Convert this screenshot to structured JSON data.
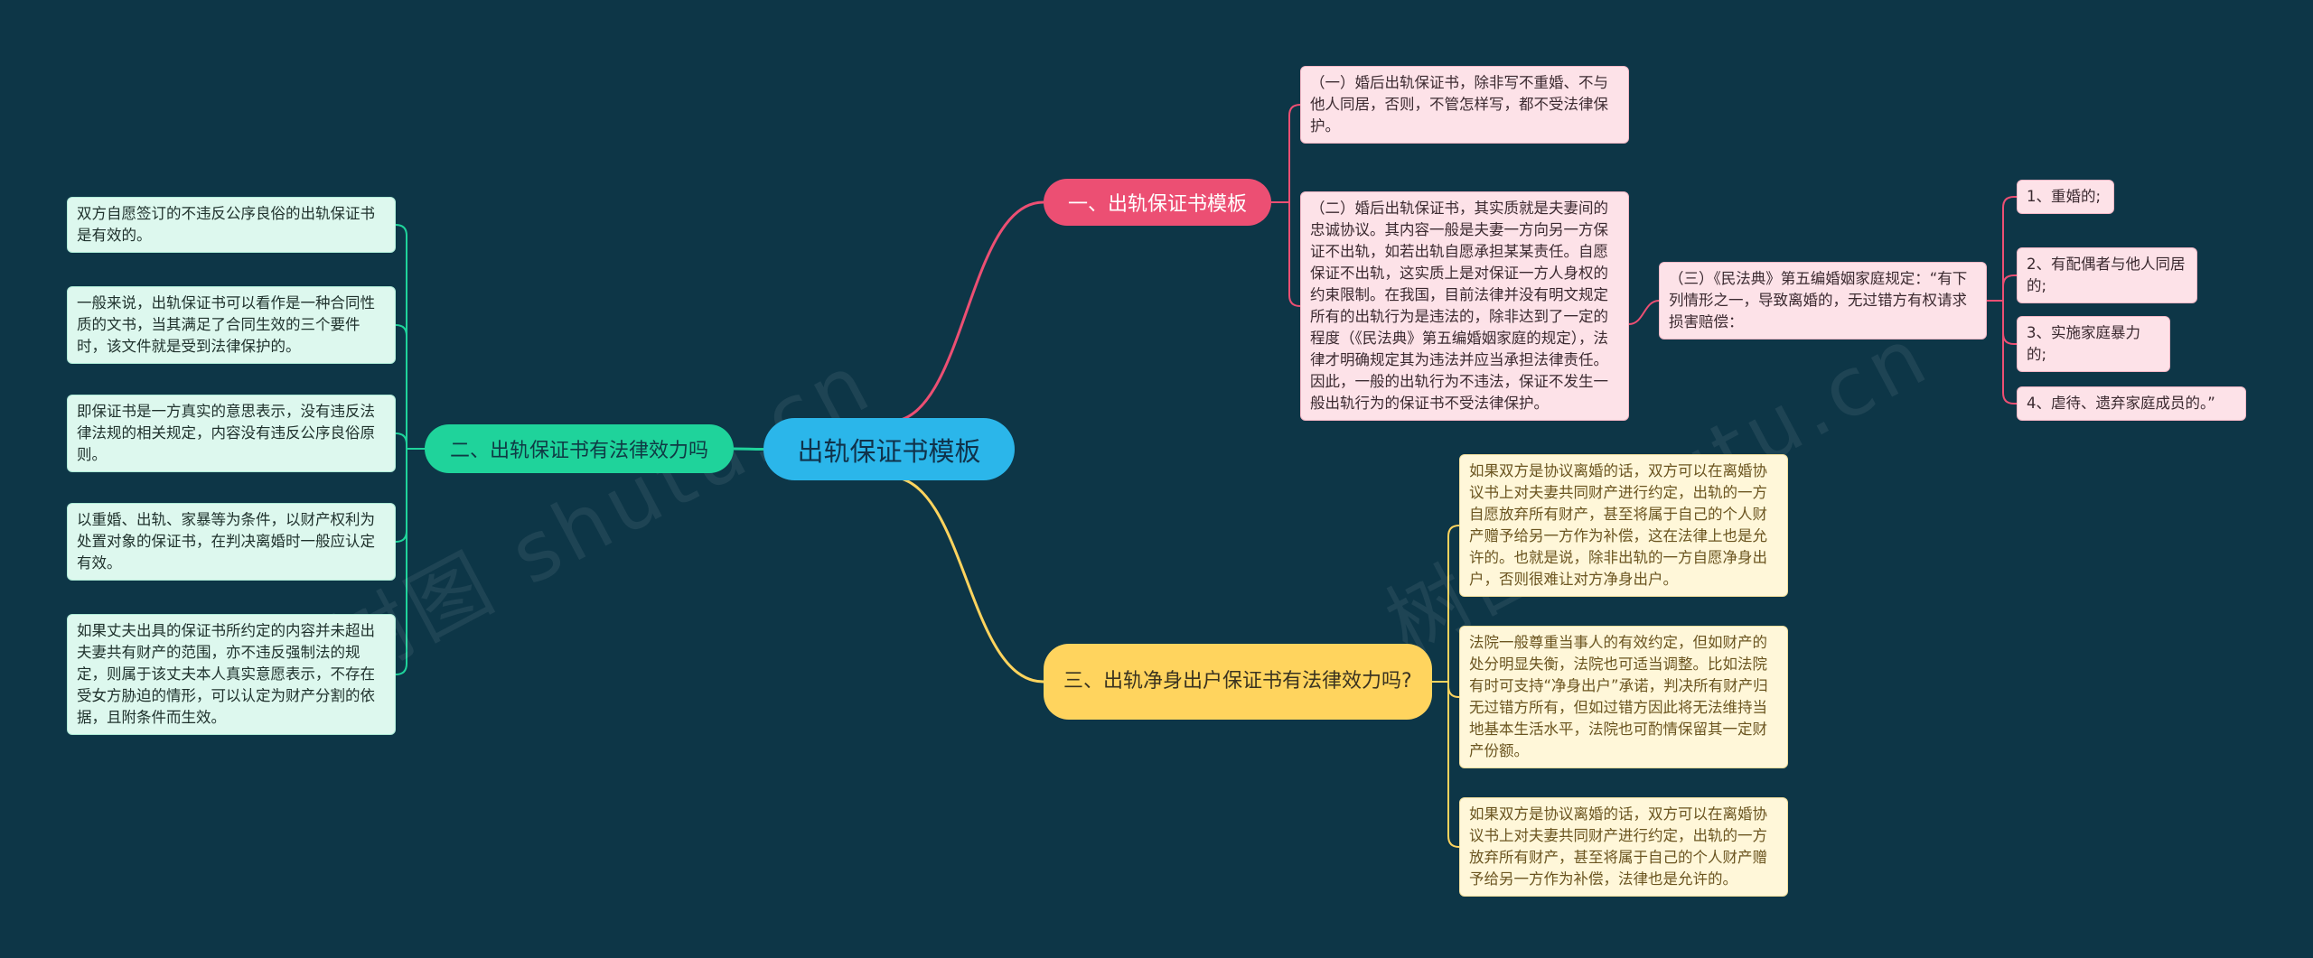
{
  "root": {
    "label": "出轨保证书模板"
  },
  "branches": [
    {
      "label": "一、出轨保证书模板",
      "children": [
        {
          "text": "（一）婚后出轨保证书，除非写不重婚、不与他人同居，否则，不管怎样写，都不受法律保护。"
        },
        {
          "text": "（二）婚后出轨保证书，其实质就是夫妻间的忠诚协议。其内容一般是夫妻一方向另一方保证不出轨，如若出轨自愿承担某某责任。自愿保证不出轨，这实质上是对保证一方人身权的约束限制。在我国，目前法律并没有明文规定所有的出轨行为是违法的，除非达到了一定的程度（《民法典》第五编婚姻家庭的规定），法律才明确规定其为违法并应当承担法律责任。因此，一般的出轨行为不违法，保证不发生一般出轨行为的保证书不受法律保护。"
        },
        {
          "text": "（三）《民法典》第五编婚姻家庭规定：“有下列情形之一，导致离婚的，无过错方有权请求损害赔偿：",
          "children": [
            {
              "text": "1、重婚的;"
            },
            {
              "text": "2、有配偶者与他人同居的;"
            },
            {
              "text": "3、实施家庭暴力的;"
            },
            {
              "text": "4、虐待、遗弃家庭成员的。”"
            }
          ]
        }
      ]
    },
    {
      "label": "二、出轨保证书有法律效力吗",
      "children": [
        {
          "text": "双方自愿签订的不违反公序良俗的出轨保证书是有效的。"
        },
        {
          "text": "一般来说，出轨保证书可以看作是一种合同性质的文书，当其满足了合同生效的三个要件时，该文件就是受到法律保护的。"
        },
        {
          "text": "即保证书是一方真实的意思表示，没有违反法律法规的相关规定，内容没有违反公序良俗原则。"
        },
        {
          "text": "以重婚、出轨、家暴等为条件，以财产权利为处置对象的保证书，在判决离婚时一般应认定有效。"
        },
        {
          "text": "如果丈夫出具的保证书所约定的内容并未超出夫妻共有财产的范围，亦不违反强制法的规定，则属于该丈夫本人真实意愿表示，不存在受女方胁迫的情形，可以认定为财产分割的依据，且附条件而生效。"
        }
      ]
    },
    {
      "label": "三、出轨净身出户保证书有法律效力吗?",
      "children": [
        {
          "text": "如果双方是协议离婚的话，双方可以在离婚协议书上对夫妻共同财产进行约定，出轨的一方自愿放弃所有财产，甚至将属于自己的个人财产赠予给另一方作为补偿，这在法律上也是允许的。也就是说，除非出轨的一方自愿净身出户，否则很难让对方净身出户。"
        },
        {
          "text": "法院一般尊重当事人的有效约定，但如财产的处分明显失衡，法院也可适当调整。比如法院有时可支持“净身出户”承诺，判决所有财产归无过错方所有，但如过错方因此将无法维持当地基本生活水平，法院也可酌情保留其一定财产份额。"
        },
        {
          "text": "如果双方是协议离婚的话，双方可以在离婚协议书上对夫妻共同财产进行约定，出轨的一方放弃所有财产，甚至将属于自己的个人财产赠予给另一方作为补偿，法律也是允许的。"
        }
      ]
    }
  ],
  "watermark": "树图 shutu.cn",
  "colors": {
    "background": "#0d3647",
    "root": "#2bb6ea",
    "branch1": "#ec4f73",
    "branch2": "#1fd39b",
    "branch3": "#ffd45e"
  }
}
